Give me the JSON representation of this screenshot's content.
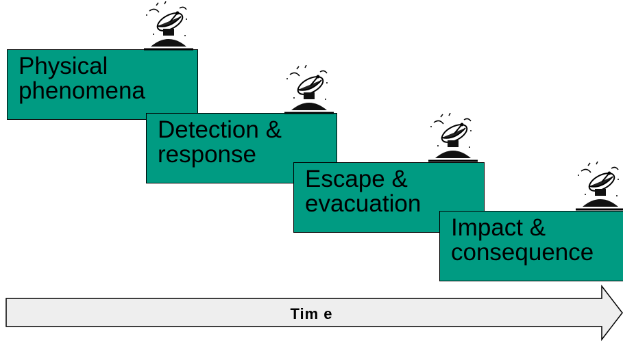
{
  "steps": [
    {
      "line1": "Physical",
      "line2": "phenomena"
    },
    {
      "line1": "Detection &",
      "line2": "response"
    },
    {
      "line1": "Escape &",
      "line2": "evacuation"
    },
    {
      "line1": "Impact &",
      "line2": "consequence"
    }
  ],
  "timeline": {
    "label": "Tim e"
  },
  "colors": {
    "step_fill": "#009B82",
    "arrow_fill": "#EEEEEE",
    "outline": "#000000"
  },
  "icons": {
    "step_icon": "satellite-dish-icon"
  }
}
